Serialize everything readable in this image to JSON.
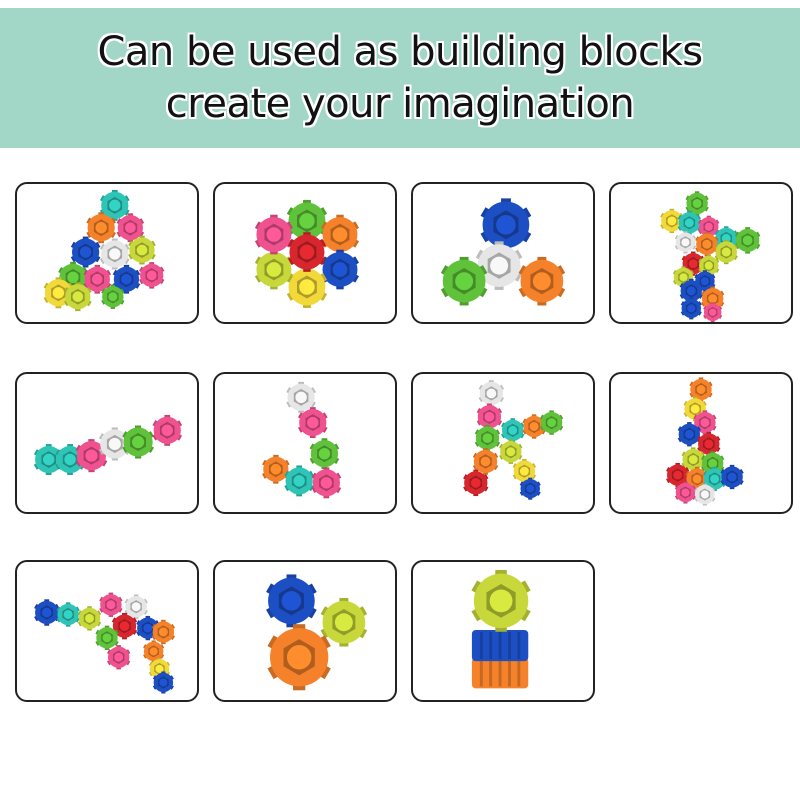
{
  "banner": {
    "line1": "Can be used as building blocks",
    "line2": "create your imagination",
    "background": "#a2d6c7"
  },
  "cards": [
    {
      "name": "triangle-arrangement"
    },
    {
      "name": "flower-arrangement"
    },
    {
      "name": "spinner-arrangement"
    },
    {
      "name": "figure-arrangement"
    },
    {
      "name": "snake-arrangement"
    },
    {
      "name": "hook-arrangement"
    },
    {
      "name": "k-letter-arrangement"
    },
    {
      "name": "tree-arrangement"
    },
    {
      "name": "gun-arrangement"
    },
    {
      "name": "three-gears-arrangement"
    },
    {
      "name": "stacked-tower-arrangement"
    }
  ],
  "colors": {
    "yellow": "#f2d93a",
    "orange": "#f5822a",
    "pink": "#f0528f",
    "blue": "#1d4fc4",
    "green": "#5fc23a",
    "lime": "#c8d83a",
    "teal": "#2ec4b6",
    "red": "#d8262e",
    "white": "#e6e6e6"
  }
}
